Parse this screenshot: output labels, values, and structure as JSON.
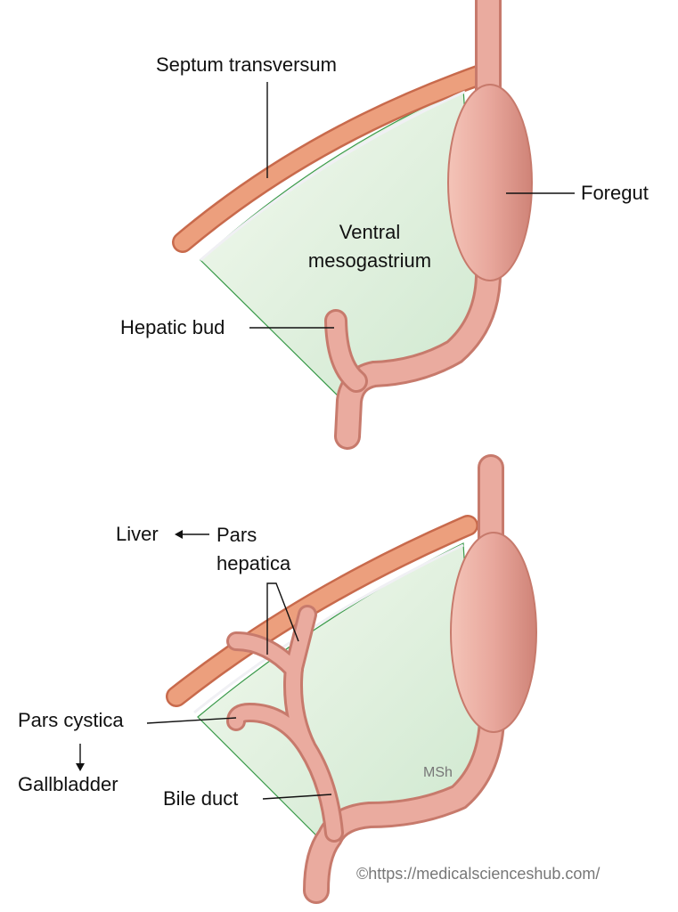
{
  "top_diagram": {
    "labels": {
      "septum": "Septum transversum",
      "foregut": "Foregut",
      "ventral": "Ventral",
      "mesogastrium": "mesogastrium",
      "hepatic_bud": "Hepatic bud"
    }
  },
  "bottom_diagram": {
    "labels": {
      "liver": "Liver",
      "pars": "Pars",
      "hepatica": "hepatica",
      "pars_cystica": "Pars cystica",
      "gallbladder": "Gallbladder",
      "bile_duct": "Bile duct"
    },
    "watermark": "MSh"
  },
  "copyright": "©https://medicalscienceshub.com/",
  "colors": {
    "septum": "#e99b78",
    "septum_edge": "#c86a4c",
    "mesentery": "#dcefd9",
    "mesentery_edge": "#3a9a4a",
    "gut": "#e7a79c",
    "gut_edge": "#c77a6c"
  }
}
